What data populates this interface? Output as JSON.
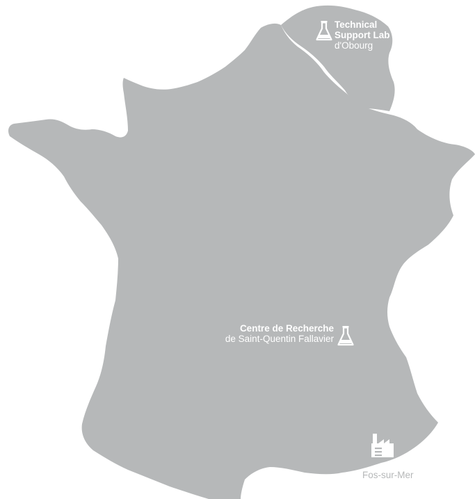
{
  "map": {
    "land_color": "#b6b8b9",
    "background_color": "#ffffff",
    "label_color": "#ffffff",
    "outside_label_color": "#b6b8b9"
  },
  "sites": {
    "obourg": {
      "line1": "Technical",
      "line2": "Support Lab",
      "line3": "d'Obourg",
      "icon": "lab-flask-icon"
    },
    "saint_quentin": {
      "line1": "Centre de Recherche",
      "line2": "de Saint-Quentin Fallavier",
      "icon": "lab-flask-icon"
    },
    "fos": {
      "line1": "Fos-sur-Mer",
      "icon": "factory-icon"
    }
  }
}
